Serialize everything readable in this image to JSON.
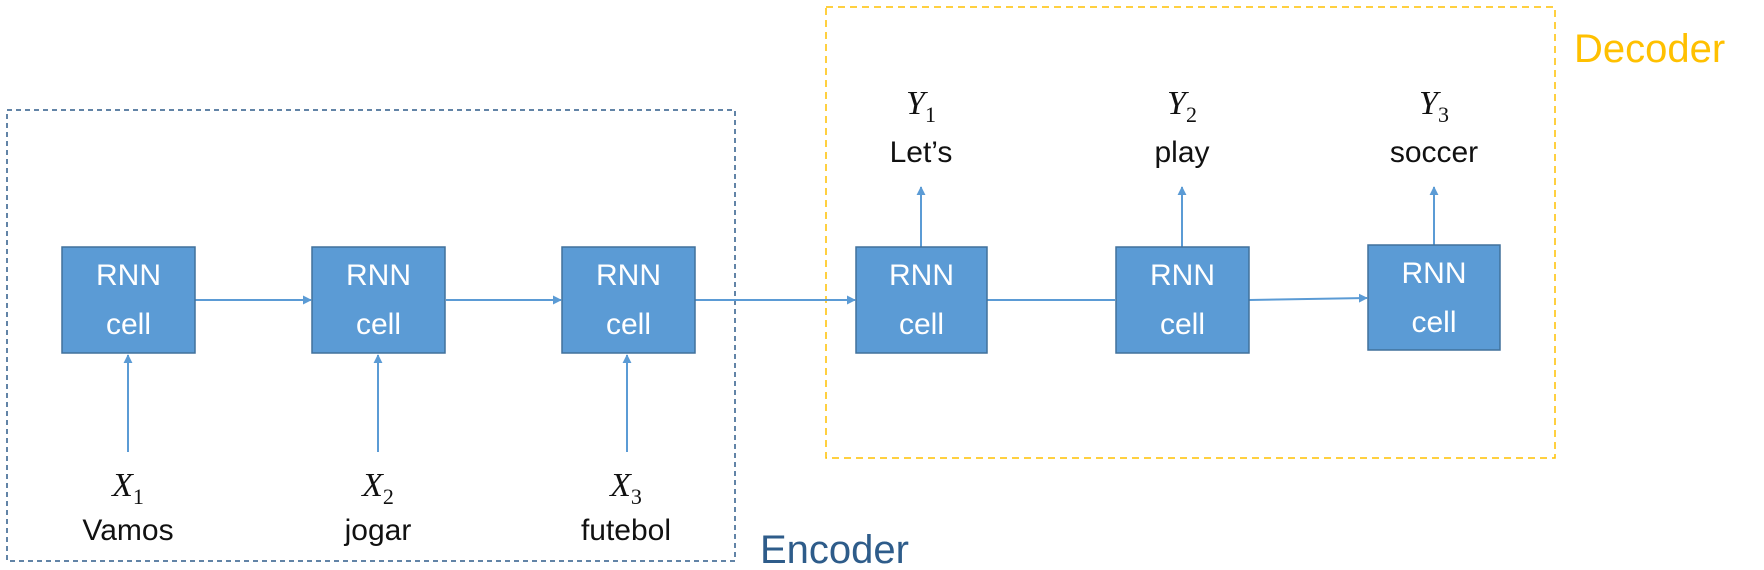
{
  "colors": {
    "cell_fill": "#5b9bd5",
    "cell_stroke": "#41719c",
    "arrow": "#5b9bd5",
    "encoder": "#2e5c8a",
    "decoder": "#ffc000"
  },
  "cell": {
    "line1": "RNN",
    "line2": "cell"
  },
  "encoder": {
    "label": "Encoder",
    "inputs": [
      {
        "symbol": "X",
        "sub": "1",
        "word": "Vamos"
      },
      {
        "symbol": "X",
        "sub": "2",
        "word": "jogar"
      },
      {
        "symbol": "X",
        "sub": "3",
        "word": "futebol"
      }
    ]
  },
  "decoder": {
    "label": "Decoder",
    "outputs": [
      {
        "symbol": "Y",
        "sub": "1",
        "word": "Let’s"
      },
      {
        "symbol": "Y",
        "sub": "2",
        "word": "play"
      },
      {
        "symbol": "Y",
        "sub": "3",
        "word": "soccer"
      }
    ]
  }
}
